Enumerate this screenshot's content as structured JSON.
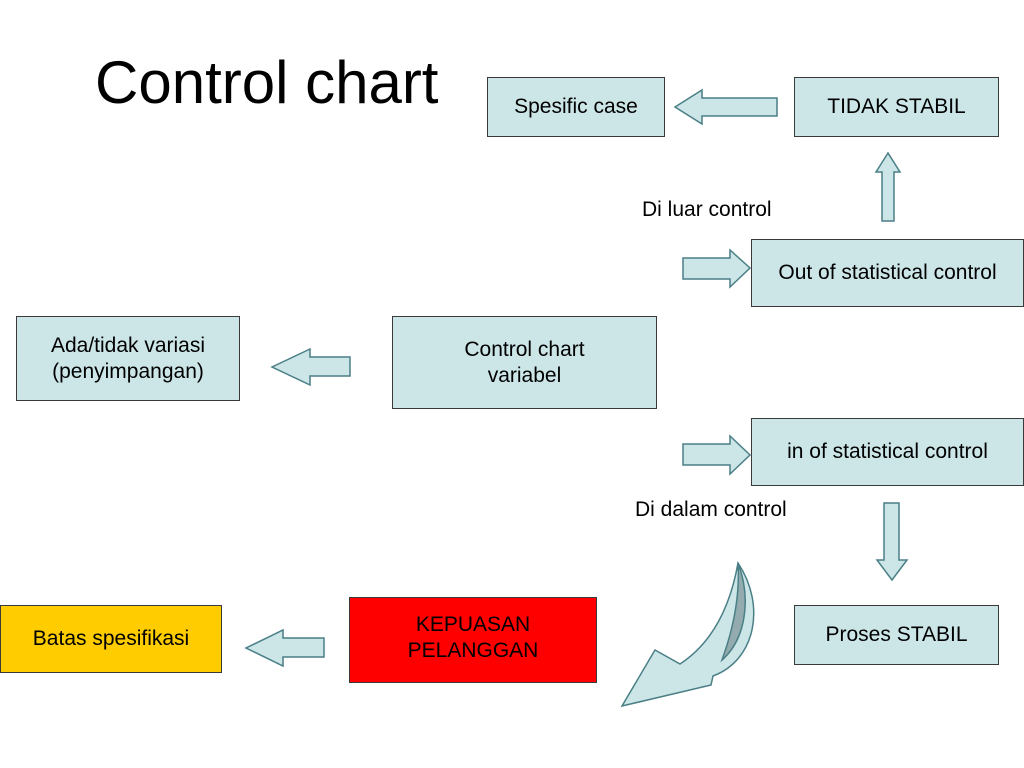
{
  "title": "Control chart",
  "boxes": {
    "spesific_case": "Spesific case",
    "tidak_stabil": "TIDAK STABIL",
    "out_of_control": "Out of statistical control",
    "control_chart_variabel": [
      "Control chart",
      "variabel"
    ],
    "ada_tidak_variasi": [
      "Ada/tidak variasi",
      "(penyimpangan)"
    ],
    "in_of_control": "in of statistical control",
    "proses_stabil": "Proses STABIL",
    "kepuasan_pelanggan": [
      "KEPUASAN",
      "PELANGGAN"
    ],
    "batas_spesifikasi": "Batas spesifikasi"
  },
  "labels": {
    "di_luar_control": "Di luar control",
    "di_dalam_control": "Di dalam control"
  },
  "colors": {
    "box_fill": "#cce6e8",
    "box_border": "#3a3a3a",
    "arrow_fill": "#cce6e8",
    "arrow_stroke": "#4a7f86",
    "kepuasan_fill": "#ff0000",
    "batas_fill": "#ffcc00",
    "curve_shade": "#93abae"
  }
}
